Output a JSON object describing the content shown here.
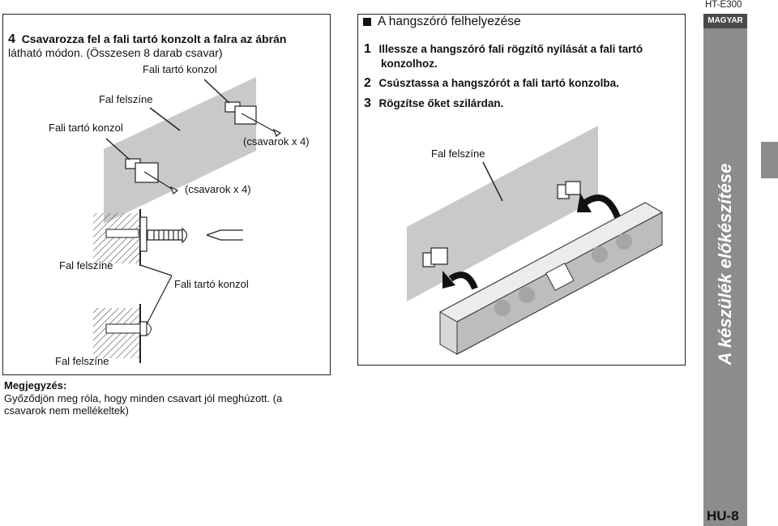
{
  "left_panel": {
    "step_number": "4",
    "step_line1": "Csavarozza fel a fali tartó konzolt a falra az ábrán",
    "step_line2": "látható módon. (Összesen 8 darab csavar)",
    "labels": {
      "bracket_top": "Fali tartó konzol",
      "wall_surface_top": "Fal felszíne",
      "bracket_left": "Fali tartó konzol",
      "screws_top": "(csavarok x 4)",
      "screws_mid": "(csavarok x 4)",
      "wall_surface_mid": "Fal felszíne",
      "bracket_mid": "Fali tartó konzol",
      "wall_surface_bottom": "Fal felszíne"
    }
  },
  "note": {
    "heading": "Megjegyzés:",
    "line1": "Győződjön meg róla, hogy minden csavart jól meghúzott. (a",
    "line2": "csavarok nem mellékeltek)"
  },
  "right_panel": {
    "title": "A hangszóró felhelyezése",
    "steps": [
      {
        "num": "1",
        "line1": "Illessze a hangszóró fali rögzítő nyílását a fali tartó",
        "line2": "konzolhoz."
      },
      {
        "num": "2",
        "line1": "Csúsztassa a hangszórót a fali tartó konzolba."
      },
      {
        "num": "3",
        "line1": "Rögzítse őket szilárdan."
      }
    ],
    "wall_surface_label": "Fal felszíne"
  },
  "sidebar": {
    "model": "HT-E300",
    "language": "MAGYAR",
    "section_title": "A készülék előkészítése",
    "page_number": "HU-8",
    "colors": {
      "sidebar": "#8c8c8c",
      "badge": "#4a4a4a"
    }
  }
}
